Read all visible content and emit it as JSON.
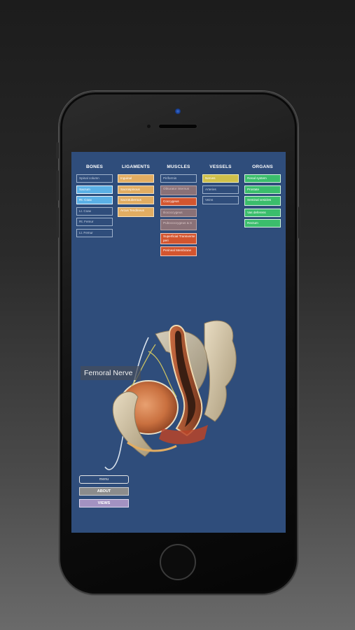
{
  "columns": [
    {
      "header": "BONES",
      "items": [
        {
          "label": "Spinal column",
          "style": "o-blue"
        },
        {
          "label": "Sacrum",
          "style": "f-blue"
        },
        {
          "label": "Rt. Coax",
          "style": "f-blue"
        },
        {
          "label": "Lt. Coax",
          "style": "o-blue"
        },
        {
          "label": "Rt. Femur",
          "style": "o-blue"
        },
        {
          "label": "Lt. Femur",
          "style": "o-blue"
        }
      ]
    },
    {
      "header": "LIGAMENTS",
      "items": [
        {
          "label": "Inguinal",
          "style": "f-tan"
        },
        {
          "label": "Sacrospinous",
          "style": "f-tan"
        },
        {
          "label": "Sacrotuberous",
          "style": "f-tan"
        },
        {
          "label": "Arcus Tendineus",
          "style": "f-tan"
        }
      ]
    },
    {
      "header": "MUSCLES",
      "items": [
        {
          "label": "Piriformis",
          "style": "o-blue"
        },
        {
          "label": "Obturator internus",
          "style": "f-dusty"
        },
        {
          "label": "Coccygeus",
          "style": "f-red"
        },
        {
          "label": "Iliococcygeus",
          "style": "f-dusty"
        },
        {
          "label": "Pubococcygeus & S",
          "style": "f-dusty"
        },
        {
          "label": "Superficial Transverse peri",
          "style": "f-red"
        },
        {
          "label": "Perineal Membrane",
          "style": "f-red"
        }
      ]
    },
    {
      "header": "VESSELS",
      "items": [
        {
          "label": "Nerves",
          "style": "f-yellow"
        },
        {
          "label": "Arteries",
          "style": "o-blue"
        },
        {
          "label": "Veins",
          "style": "o-blue"
        }
      ]
    },
    {
      "header": "ORGANS",
      "items": [
        {
          "label": "Renal system",
          "style": "f-green"
        },
        {
          "label": "Prostate",
          "style": "f-green"
        },
        {
          "label": "Seminal vesicles",
          "style": "f-green"
        },
        {
          "label": "Vas deferens",
          "style": "f-green"
        },
        {
          "label": "Rectum",
          "style": "f-green"
        }
      ]
    }
  ],
  "nerve_label": "Femoral Nerve",
  "buttons": {
    "menu": "menu",
    "about": "ABOUT",
    "views": "VIEWS"
  },
  "colors": {
    "screen_bg": "#2f4d7b",
    "accent_green": "#3bbd6c",
    "accent_red": "#d3552f",
    "accent_tan": "#e2ad62"
  }
}
